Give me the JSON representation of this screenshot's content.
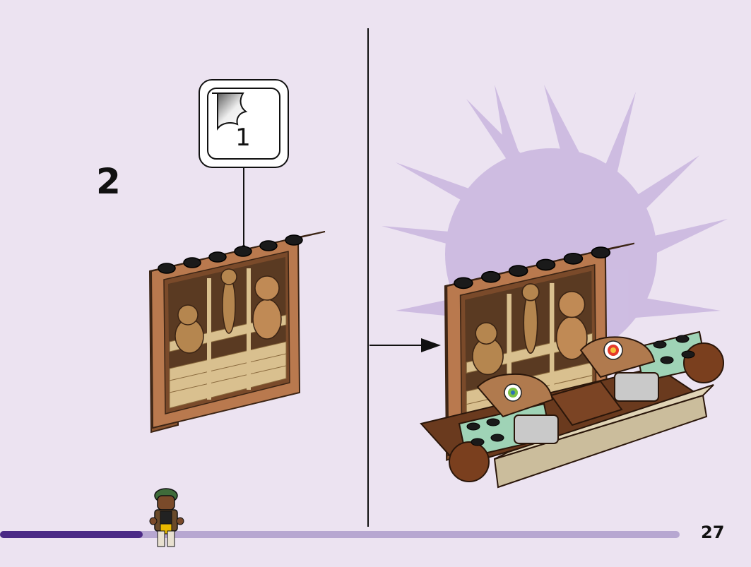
{
  "step": {
    "number": "2"
  },
  "callout": {
    "count": "1",
    "icon": "sticker-sheet-icon"
  },
  "page": {
    "number": "27"
  },
  "progress": {
    "fraction": 0.21
  },
  "colors": {
    "background": "#ece3f1",
    "frame_brown": "#b9794e",
    "frame_dark": "#7a4a2a",
    "progress_filled": "#4b2a86",
    "progress_track": "#b7a7d1",
    "burst": "#c9b6df"
  }
}
